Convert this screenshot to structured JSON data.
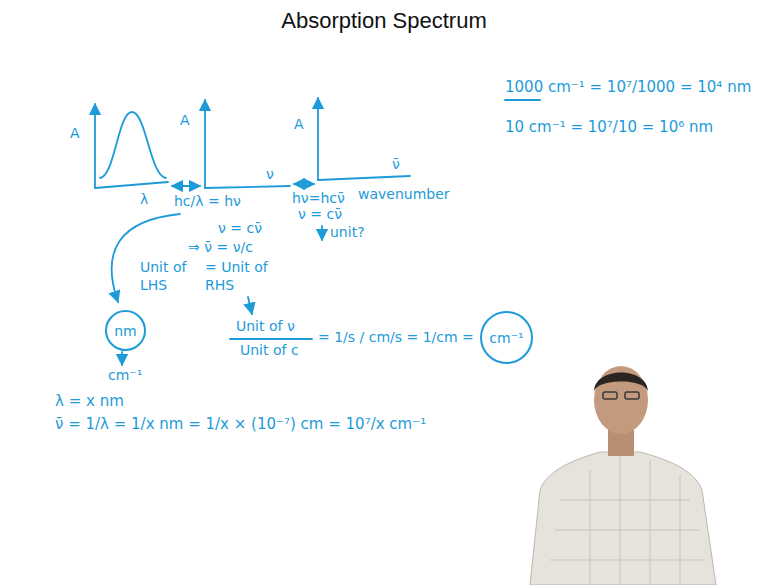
{
  "diagram": {
    "title": "Absorption Spectrum",
    "nodes": [
      {
        "text": [
          "nm"
        ]
      },
      {
        "text": [
          "cm⁻¹"
        ]
      }
    ],
    "labels": [
      "A",
      "A",
      "A",
      "λ",
      "ν",
      "ν̄",
      "hc/λ = hν",
      "hν=hcν̄",
      "wavenumber",
      "ν = cν̄",
      "unit?",
      "ν = cν̄",
      "⇒ ν̄ = ν/c",
      "Unit of LHS",
      "= Unit of RHS",
      "Unit of ν",
      "Unit of c",
      "= 1/s / cm/s = 1/cm =",
      "cm⁻¹",
      "λ = x nm",
      "ν̄ = 1/λ = 1/x nm = 1/x × (10⁻⁷) cm = 10⁷/x cm⁻¹",
      "1000 cm⁻¹ = 10⁷/1000 = 10⁴ nm",
      "10 cm⁻¹ = 10⁷/10 = 10⁶ nm"
    ]
  }
}
